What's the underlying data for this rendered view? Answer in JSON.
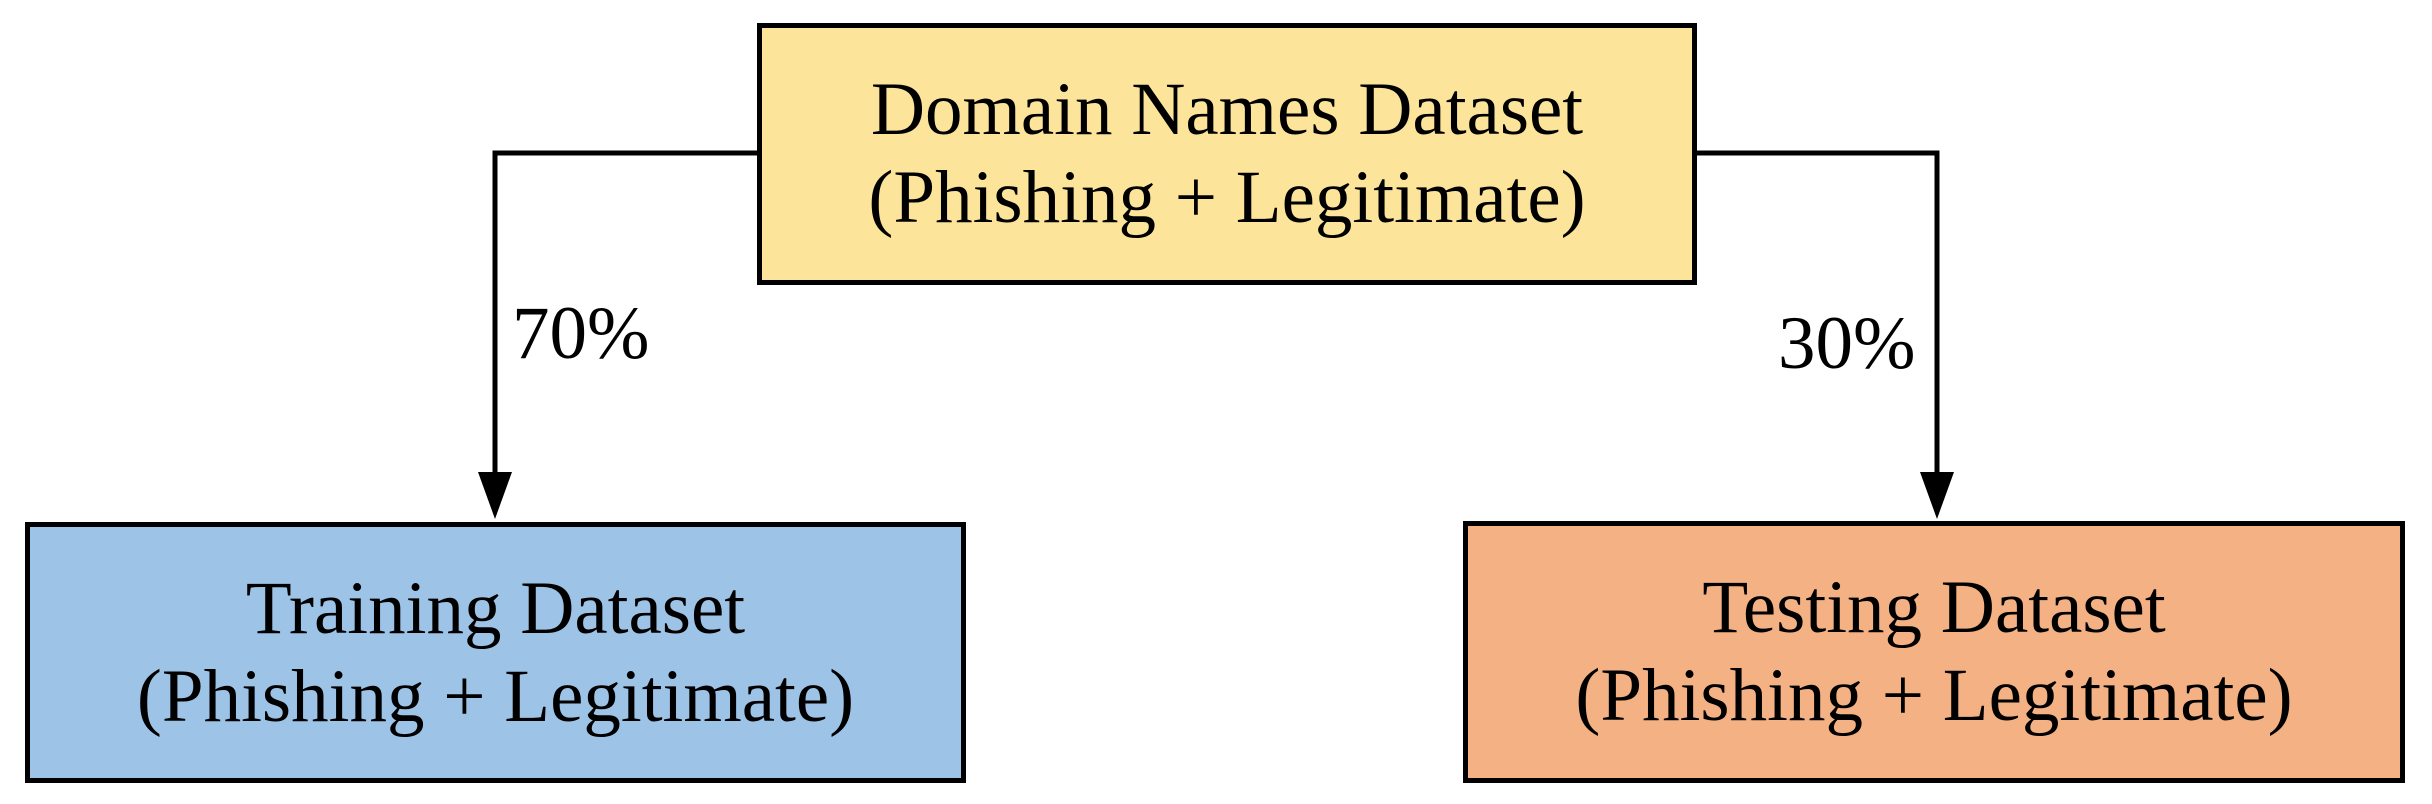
{
  "figure": {
    "type": "flowchart",
    "background_color": "#FFFFFF",
    "text_color": "#000000",
    "border_color": "#000000",
    "arrow_color": "#000000",
    "nodes": {
      "root": {
        "line1": "Domain Names Dataset",
        "line2": "(Phishing + Legitimate)",
        "fill": "#FDE49B"
      },
      "training": {
        "line1": "Training Dataset",
        "line2": "(Phishing + Legitimate)",
        "fill": "#9DC3E6"
      },
      "testing": {
        "line1": "Testing Dataset",
        "line2": "(Phishing + Legitimate)",
        "fill": "#F4B183"
      }
    },
    "edges": {
      "to_training": {
        "label": "70%"
      },
      "to_testing": {
        "label": "30%"
      }
    }
  }
}
